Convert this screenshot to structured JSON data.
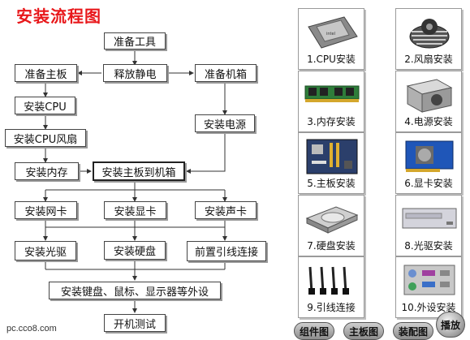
{
  "title": "安装流程图",
  "watermark": "pc.cco8.com",
  "flow": {
    "prepare_tools": "准备工具",
    "prepare_board": "准备主板",
    "discharge": "释放静电",
    "prepare_case": "准备机箱",
    "install_cpu": "安装CPU",
    "install_cpu_fan": "安装CPU风扇",
    "install_psu": "安装电源",
    "install_memory": "安装内存",
    "install_board_case": "安装主板到机箱",
    "install_nic": "安装网卡",
    "install_gpu": "安装显卡",
    "install_sound": "安装声卡",
    "install_optical": "安装光驱",
    "install_hdd": "安装硬盘",
    "front_panel": "前置引线连接",
    "peripherals": "安装键盘、鼠标、显示器等外设",
    "test": "开机测试"
  },
  "gallery": [
    {
      "label": "1.CPU安装",
      "icon": "cpu-icon"
    },
    {
      "label": "2.风扇安装",
      "icon": "fan-icon"
    },
    {
      "label": "3.内存安装",
      "icon": "memory-icon"
    },
    {
      "label": "4.电源安装",
      "icon": "psu-icon"
    },
    {
      "label": "5.主板安装",
      "icon": "motherboard-icon"
    },
    {
      "label": "6.显卡安装",
      "icon": "gpu-icon"
    },
    {
      "label": "7.硬盘安装",
      "icon": "hdd-icon"
    },
    {
      "label": "8.光驱安装",
      "icon": "optical-drive-icon"
    },
    {
      "label": "9.引线连接",
      "icon": "cables-icon"
    },
    {
      "label": "10.外设安装",
      "icon": "peripheral-ports-icon"
    }
  ],
  "buttons": {
    "component_diagram": "组件图",
    "board_diagram": "主板图",
    "assembly_diagram": "装配图",
    "play": "播放"
  }
}
